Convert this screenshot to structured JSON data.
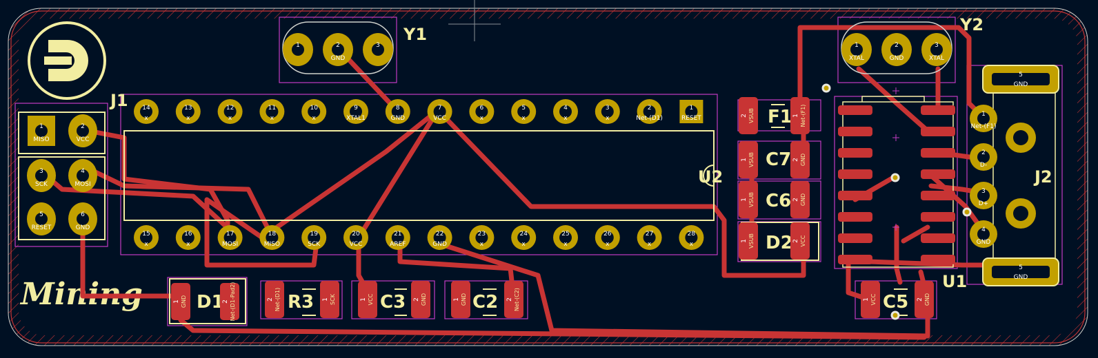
{
  "board": {
    "logo_title": "Mining",
    "colors": {
      "background": "#001023",
      "edge": "#d0d2cd",
      "keepout": "#c83434",
      "copper": "#c83434",
      "pad": "#c2a000",
      "silk": "#f2eda1",
      "courtyard": "#c33bc3"
    }
  },
  "refs": {
    "J1": "J1",
    "J2": "J2",
    "U1": "U1",
    "U2": "U2",
    "Y1": "Y1",
    "Y2": "Y2",
    "F1": "F1",
    "C7": "C7",
    "C6": "C6",
    "D2": "D2",
    "D1": "D1",
    "R3": "R3",
    "C3": "C3",
    "C2": "C2",
    "C5": "C5"
  },
  "j1_pins": [
    {
      "num": "1",
      "net": "MISO"
    },
    {
      "num": "2",
      "net": "VCC"
    },
    {
      "num": "3",
      "net": "SCK"
    },
    {
      "num": "4",
      "net": "MOSI"
    },
    {
      "num": "5",
      "net": "RESET"
    },
    {
      "num": "6",
      "net": "GND"
    }
  ],
  "u2_top": [
    {
      "num": "14",
      "net": "x"
    },
    {
      "num": "13",
      "net": "x"
    },
    {
      "num": "12",
      "net": "x"
    },
    {
      "num": "11",
      "net": "x"
    },
    {
      "num": "10",
      "net": "x"
    },
    {
      "num": "9",
      "net": "XTAL1"
    },
    {
      "num": "8",
      "net": "GND"
    },
    {
      "num": "7",
      "net": "VCC"
    },
    {
      "num": "6",
      "net": "x"
    },
    {
      "num": "5",
      "net": "x"
    },
    {
      "num": "4",
      "net": "x"
    },
    {
      "num": "3",
      "net": "x"
    },
    {
      "num": "2",
      "net": "Net-(D1)"
    },
    {
      "num": "1",
      "net": "RESET"
    }
  ],
  "u2_bottom": [
    {
      "num": "15",
      "net": "x"
    },
    {
      "num": "16",
      "net": "x"
    },
    {
      "num": "17",
      "net": "MOSI"
    },
    {
      "num": "18",
      "net": "MISO"
    },
    {
      "num": "19",
      "net": "SCK"
    },
    {
      "num": "20",
      "net": "VCC"
    },
    {
      "num": "21",
      "net": "AREF"
    },
    {
      "num": "22",
      "net": "GND"
    },
    {
      "num": "23",
      "net": "x"
    },
    {
      "num": "24",
      "net": "x"
    },
    {
      "num": "25",
      "net": "x"
    },
    {
      "num": "26",
      "net": "x"
    },
    {
      "num": "27",
      "net": "x"
    },
    {
      "num": "28",
      "net": "x"
    }
  ],
  "y1_pins": [
    {
      "num": "1",
      "net": ""
    },
    {
      "num": "2",
      "net": "GND"
    },
    {
      "num": "3",
      "net": ""
    }
  ],
  "y2_pins": [
    {
      "num": "1",
      "net": "XTAL"
    },
    {
      "num": "2",
      "net": "GND"
    },
    {
      "num": "3",
      "net": "XTAL"
    }
  ],
  "j2_pins": [
    {
      "num": "5",
      "net": "GND"
    },
    {
      "num": "1",
      "net": "Net-(F1)"
    },
    {
      "num": "2",
      "net": "D-"
    },
    {
      "num": "3",
      "net": "D+"
    },
    {
      "num": "4",
      "net": "GND"
    },
    {
      "num": "5",
      "net": "GND"
    }
  ],
  "smd_labels": {
    "f1_1": "Net-(F1)",
    "f1_2": "VSUB",
    "c7_1": "VSUB",
    "c7_2": "GND",
    "c6_1": "VSUB",
    "c6_2": "GND",
    "d2_1": "VSUB",
    "d2_2": "VCC",
    "d1_1": "GND",
    "d1_2": "Net-(D1-Pad2)",
    "r3_1": "SCK",
    "r3_2": "Net-(D1)",
    "c3_1": "VCC",
    "c3_2": "GND",
    "c2_1": "GND",
    "c2_2": "Net-(C2)",
    "c5_1": "VCC",
    "c5_2": "GND"
  }
}
